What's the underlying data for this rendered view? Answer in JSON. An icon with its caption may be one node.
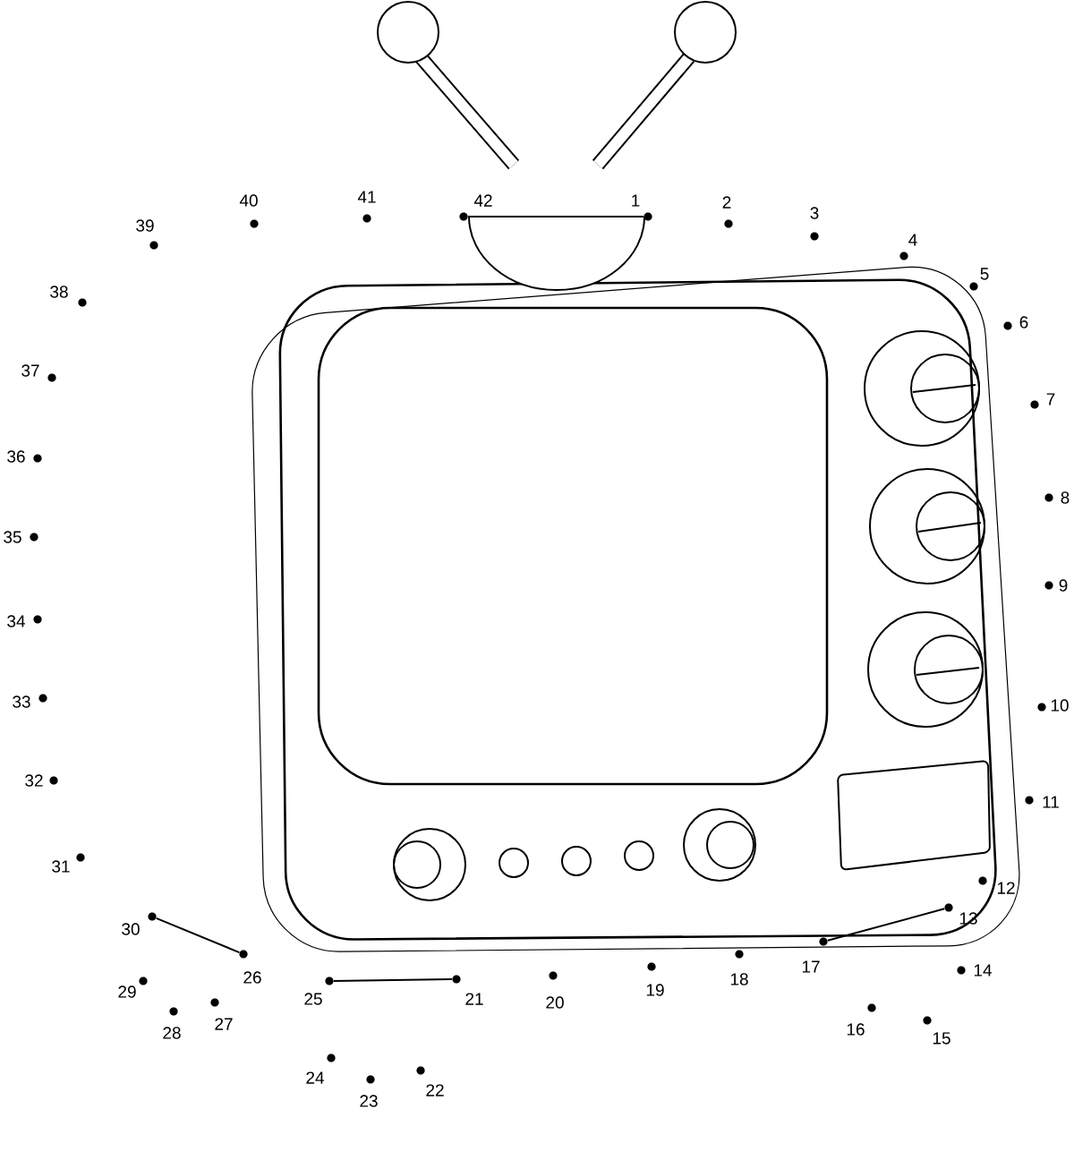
{
  "diagram": {
    "nodes": [
      {
        "text": [],
        "shape": "circle",
        "beside": [
          "1"
        ]
      },
      {
        "text": [],
        "shape": "circle",
        "beside": [
          "2"
        ]
      },
      {
        "text": [],
        "shape": "circle",
        "beside": [
          "3"
        ]
      },
      {
        "text": [],
        "shape": "circle",
        "beside": [
          "4"
        ]
      },
      {
        "text": [],
        "shape": "circle",
        "beside": [
          "5"
        ]
      },
      {
        "text": [],
        "shape": "circle",
        "beside": [
          "6"
        ]
      },
      {
        "text": [],
        "shape": "circle",
        "beside": [
          "7"
        ]
      },
      {
        "text": [],
        "shape": "circle",
        "beside": [
          "8"
        ]
      },
      {
        "text": [],
        "shape": "circle",
        "beside": [
          "9"
        ]
      },
      {
        "text": [],
        "shape": "circle",
        "beside": [
          "10"
        ]
      },
      {
        "text": [],
        "shape": "circle",
        "beside": [
          "11"
        ]
      },
      {
        "text": [],
        "shape": "circle",
        "beside": [
          "12"
        ]
      },
      {
        "text": [],
        "shape": "circle",
        "beside": [
          "13"
        ]
      },
      {
        "text": [],
        "shape": "circle",
        "beside": [
          "14"
        ]
      },
      {
        "text": [],
        "shape": "circle",
        "beside": [
          "15"
        ]
      },
      {
        "text": [],
        "shape": "circle",
        "beside": [
          "16"
        ]
      },
      {
        "text": [],
        "shape": "circle",
        "beside": [
          "17"
        ]
      },
      {
        "text": [],
        "shape": "circle",
        "beside": [
          "18"
        ]
      },
      {
        "text": [],
        "shape": "circle",
        "beside": [
          "19"
        ]
      },
      {
        "text": [],
        "shape": "circle",
        "beside": [
          "20"
        ]
      },
      {
        "text": [],
        "shape": "circle",
        "beside": [
          "21"
        ]
      },
      {
        "text": [],
        "shape": "circle",
        "beside": [
          "22"
        ]
      },
      {
        "text": [],
        "shape": "circle",
        "beside": [
          "23"
        ]
      },
      {
        "text": [],
        "shape": "circle",
        "beside": [
          "24"
        ]
      },
      {
        "text": [],
        "shape": "circle",
        "beside": [
          "25"
        ]
      },
      {
        "text": [],
        "shape": "circle",
        "beside": [
          "26"
        ]
      },
      {
        "text": [],
        "shape": "circle",
        "beside": [
          "27"
        ]
      },
      {
        "text": [],
        "shape": "circle",
        "beside": [
          "28"
        ]
      },
      {
        "text": [],
        "shape": "circle",
        "beside": [
          "29"
        ]
      },
      {
        "text": [],
        "shape": "circle",
        "beside": [
          "30"
        ]
      },
      {
        "text": [],
        "shape": "circle",
        "beside": [
          "31"
        ]
      },
      {
        "text": [],
        "shape": "circle",
        "beside": [
          "32"
        ]
      },
      {
        "text": [],
        "shape": "circle",
        "beside": [
          "33"
        ]
      },
      {
        "text": [],
        "shape": "circle",
        "beside": [
          "34"
        ]
      },
      {
        "text": [],
        "shape": "circle",
        "beside": [
          "35"
        ]
      },
      {
        "text": [],
        "shape": "circle",
        "beside": [
          "36"
        ]
      },
      {
        "text": [],
        "shape": "circle",
        "beside": [
          "37"
        ]
      },
      {
        "text": [],
        "shape": "circle",
        "beside": [
          "38"
        ]
      },
      {
        "text": [],
        "shape": "circle",
        "beside": [
          "39"
        ]
      },
      {
        "text": [],
        "shape": "circle",
        "beside": [
          "40"
        ]
      },
      {
        "text": [],
        "shape": "circle",
        "beside": [
          "41"
        ]
      },
      {
        "text": [],
        "shape": "circle",
        "beside": [
          "42"
        ]
      }
    ],
    "edges": [
      {
        "from": 41,
        "to": 0,
        "arrow": "none"
      },
      {
        "from": 12,
        "to": 16,
        "arrow": "none"
      },
      {
        "from": 24,
        "to": 20,
        "arrow": "none"
      },
      {
        "from": 29,
        "to": 25,
        "arrow": "none"
      }
    ]
  }
}
